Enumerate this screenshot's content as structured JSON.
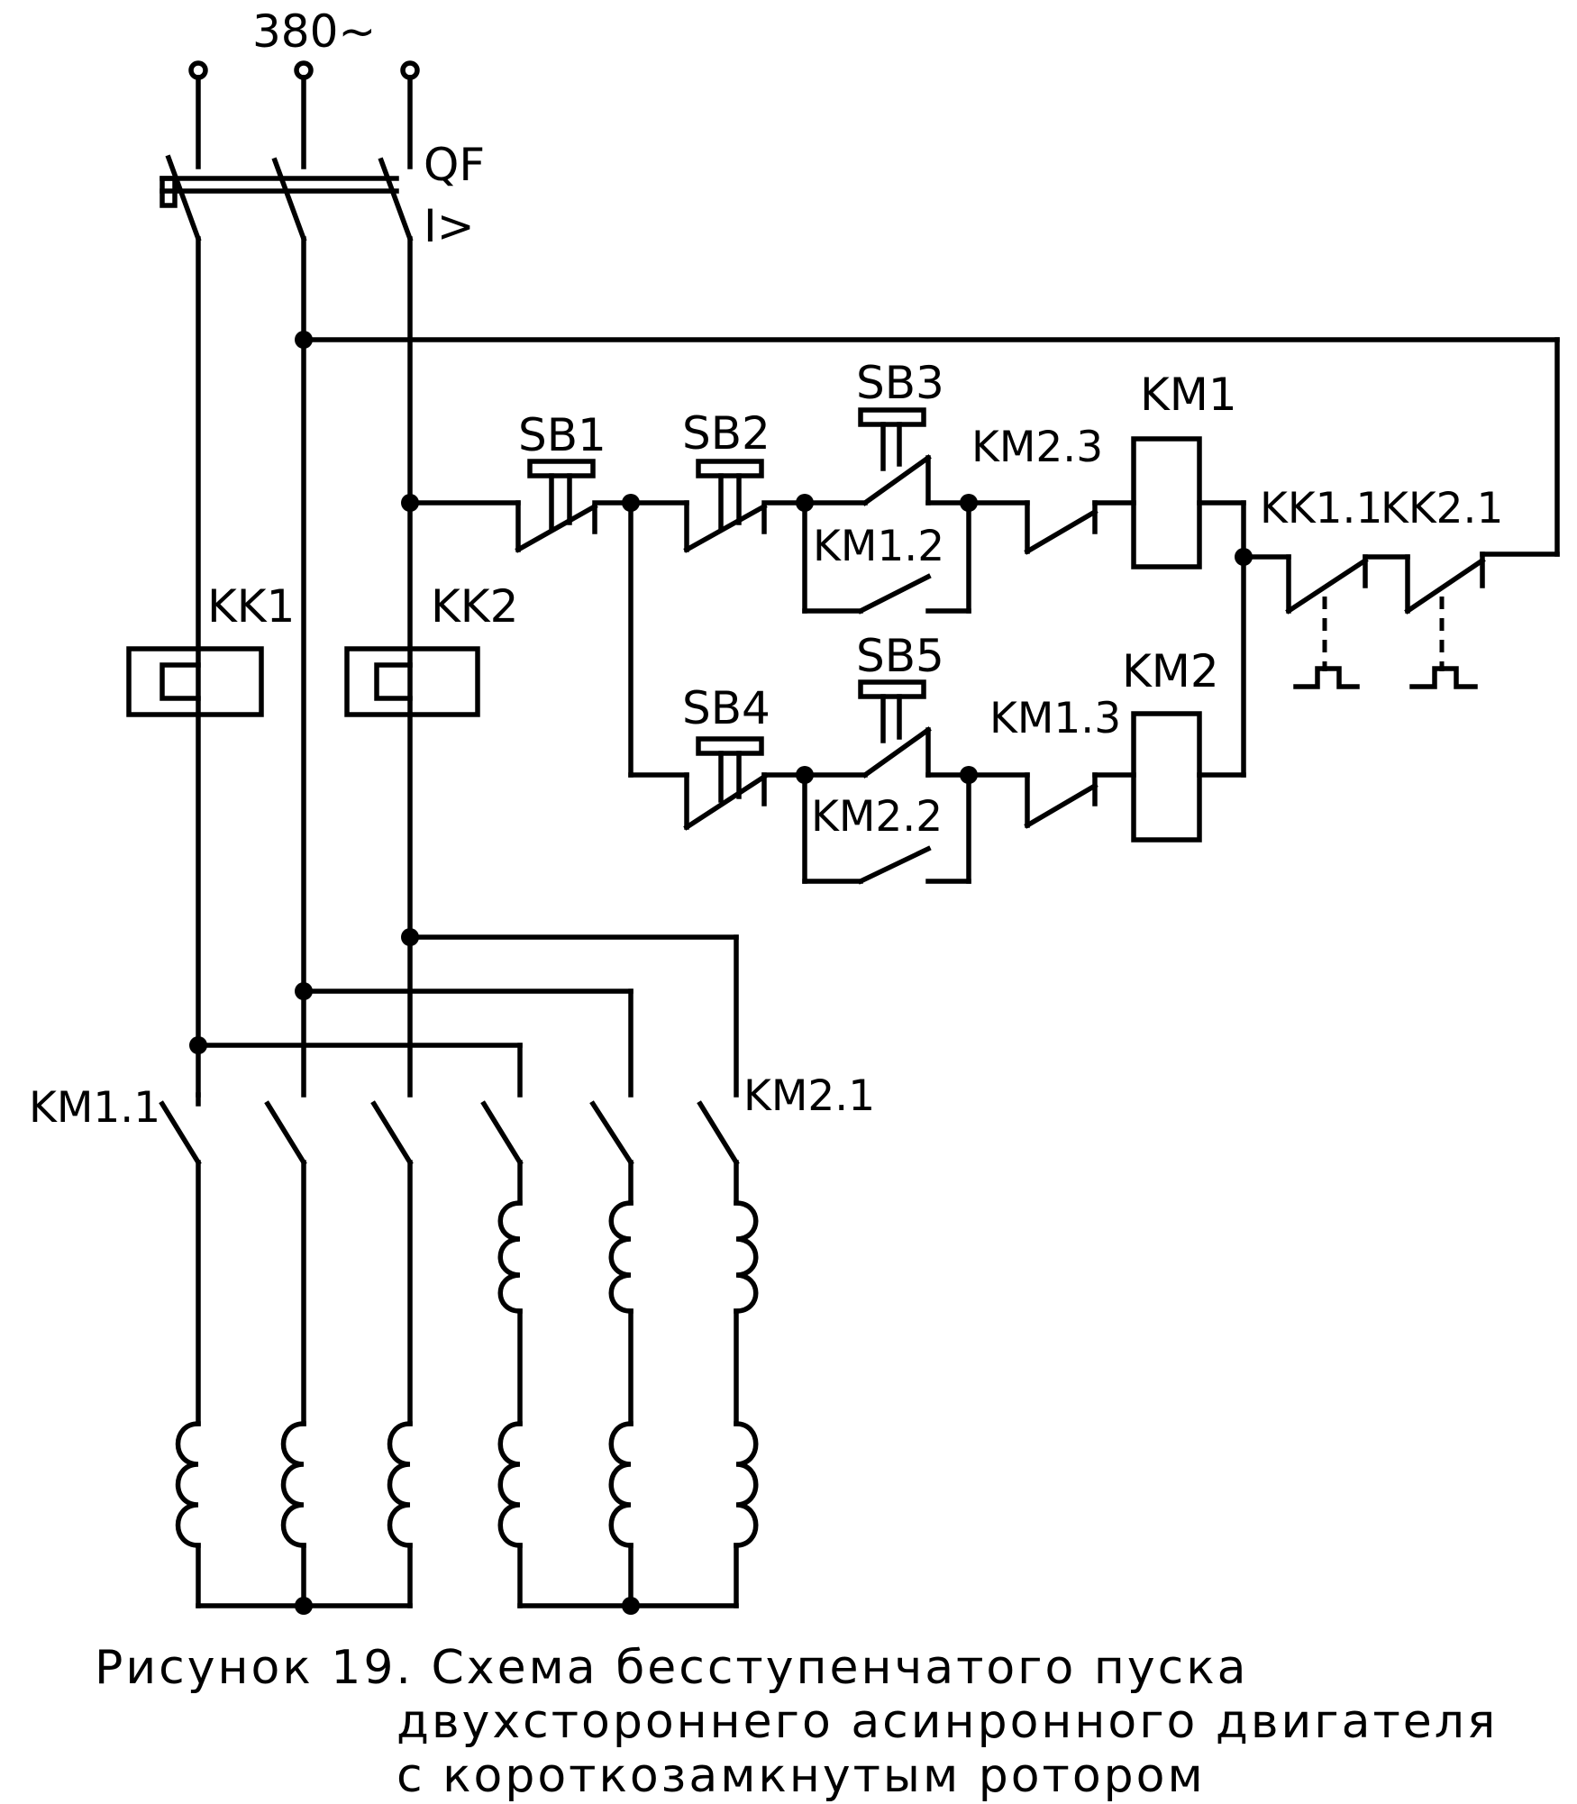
{
  "labels": {
    "voltage": "380~",
    "breaker": "QF",
    "breaker_trip": "I>",
    "kk1": "KK1",
    "kk2": "KK2",
    "sb1": "SB1",
    "sb2": "SB2",
    "sb3": "SB3",
    "sb4": "SB4",
    "sb5": "SB5",
    "km1": "KM1",
    "km2": "KM2",
    "km1_1": "KM1.1",
    "km1_2": "KM1.2",
    "km1_3": "KM1.3",
    "km2_1": "KM2.1",
    "km2_2": "KM2.2",
    "km2_3": "KM2.3",
    "kk1_1": "KK1.1",
    "kk2_1": "KK2.1"
  },
  "caption": {
    "line1": "Рисунок 19. Схема бесступенчатого пуска",
    "line2": "двухстороннего асинронного двигателя",
    "line3": "с короткозамкнутым ротором"
  }
}
